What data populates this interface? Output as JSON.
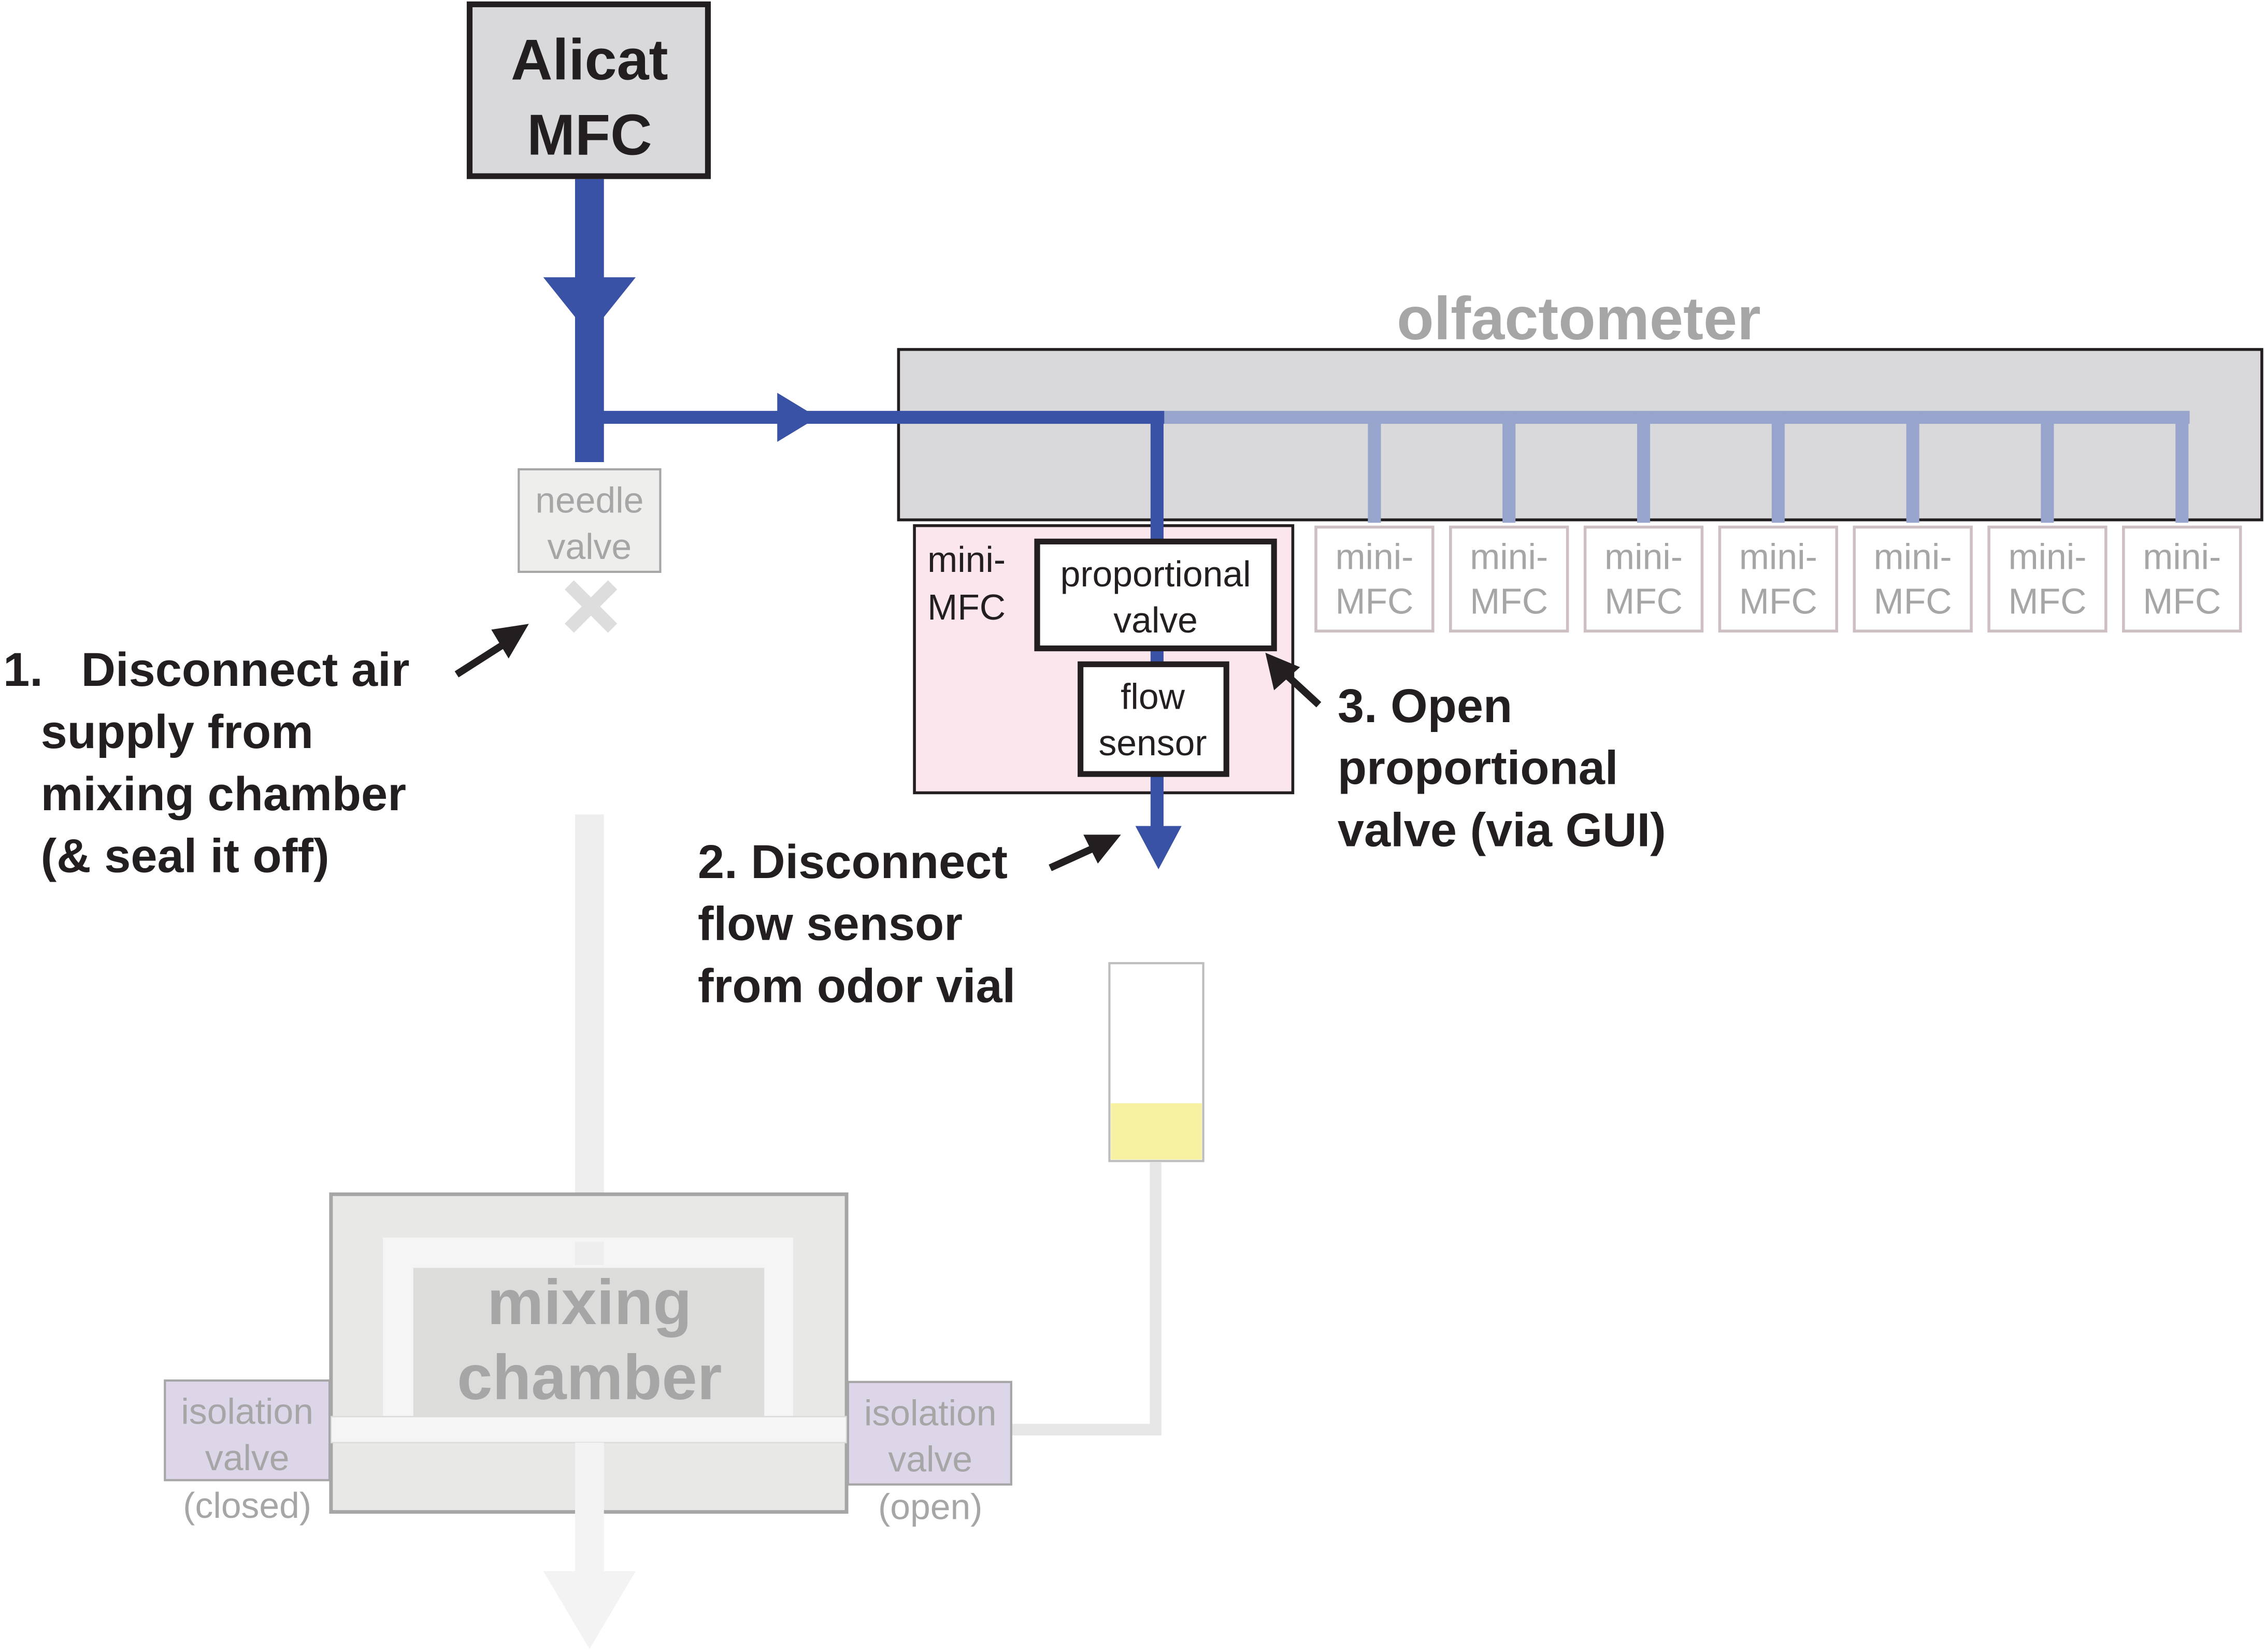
{
  "colors": {
    "flow_active": "#3a52a6",
    "flow_faded": "#97a4cb",
    "pipe_gray": "#eeeeee",
    "olf_fill": "#d9d9db",
    "mini_active_fill": "#fce6ee",
    "mini_faded_border": "#cdbfc2",
    "isolation_fill": "#ddd5e8",
    "odor_liquid": "#f7f2a2",
    "text_dark": "#231f20",
    "text_gray": "#a6a6a6"
  },
  "alicat": {
    "line1": "Alicat",
    "line2": "MFC"
  },
  "needle_valve": {
    "line1": "needle",
    "line2": "valve"
  },
  "olfactometer": {
    "label": "olfactometer"
  },
  "active_mini_mfc": {
    "line1": "mini-",
    "line2": "MFC"
  },
  "proportional_valve": {
    "line1": "proportional",
    "line2": "valve"
  },
  "flow_sensor": {
    "line1": "flow",
    "line2": "sensor"
  },
  "mini_mfcs": [
    {
      "line1": "mini-",
      "line2": "MFC"
    },
    {
      "line1": "mini-",
      "line2": "MFC"
    },
    {
      "line1": "mini-",
      "line2": "MFC"
    },
    {
      "line1": "mini-",
      "line2": "MFC"
    },
    {
      "line1": "mini-",
      "line2": "MFC"
    },
    {
      "line1": "mini-",
      "line2": "MFC"
    },
    {
      "line1": "mini-",
      "line2": "MFC"
    }
  ],
  "mixing_chamber": {
    "line1": "mixing",
    "line2": "chamber"
  },
  "isolation_left": {
    "line1": "isolation",
    "line2": "valve",
    "state": "(closed)"
  },
  "isolation_right": {
    "line1": "isolation",
    "line2": "valve",
    "state": "(open)"
  },
  "steps": {
    "step1": {
      "num": "1.",
      "lines": [
        "Disconnect air",
        "supply from",
        "mixing chamber",
        "(& seal it off)"
      ]
    },
    "step2": {
      "lines": [
        "2. Disconnect",
        "flow sensor",
        "from odor vial"
      ]
    },
    "step3": {
      "lines": [
        "3. Open",
        "proportional",
        "valve (via GUI)"
      ]
    }
  }
}
